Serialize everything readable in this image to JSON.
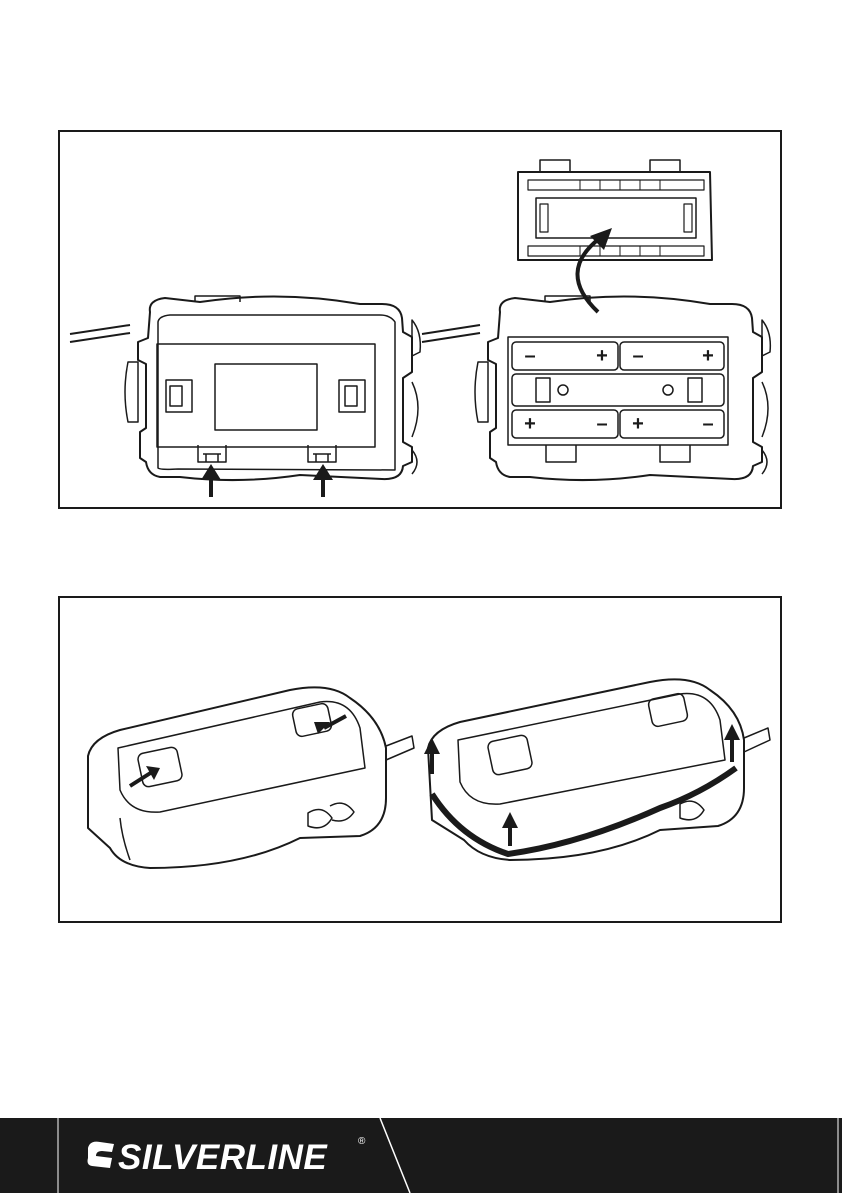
{
  "figures": [
    {
      "id": "battery-install",
      "icons": [
        "battery-cover-icon",
        "battery-pack-icon",
        "tab-arrow-icon"
      ],
      "battery_polarity": {
        "top_row": [
          "–",
          "+",
          "–",
          "+"
        ],
        "bottom_row": [
          "+",
          "–",
          "+",
          "–"
        ]
      }
    },
    {
      "id": "sleeve-fitting",
      "icons": [
        "device-sleeve-icon",
        "press-arrow-icon"
      ]
    }
  ],
  "footer": {
    "brand": "SILVERLINE",
    "registered_mark": "®",
    "brand_icon": "spanner-logo-icon",
    "background": "#1a1a1a",
    "text_color": "#ffffff"
  }
}
